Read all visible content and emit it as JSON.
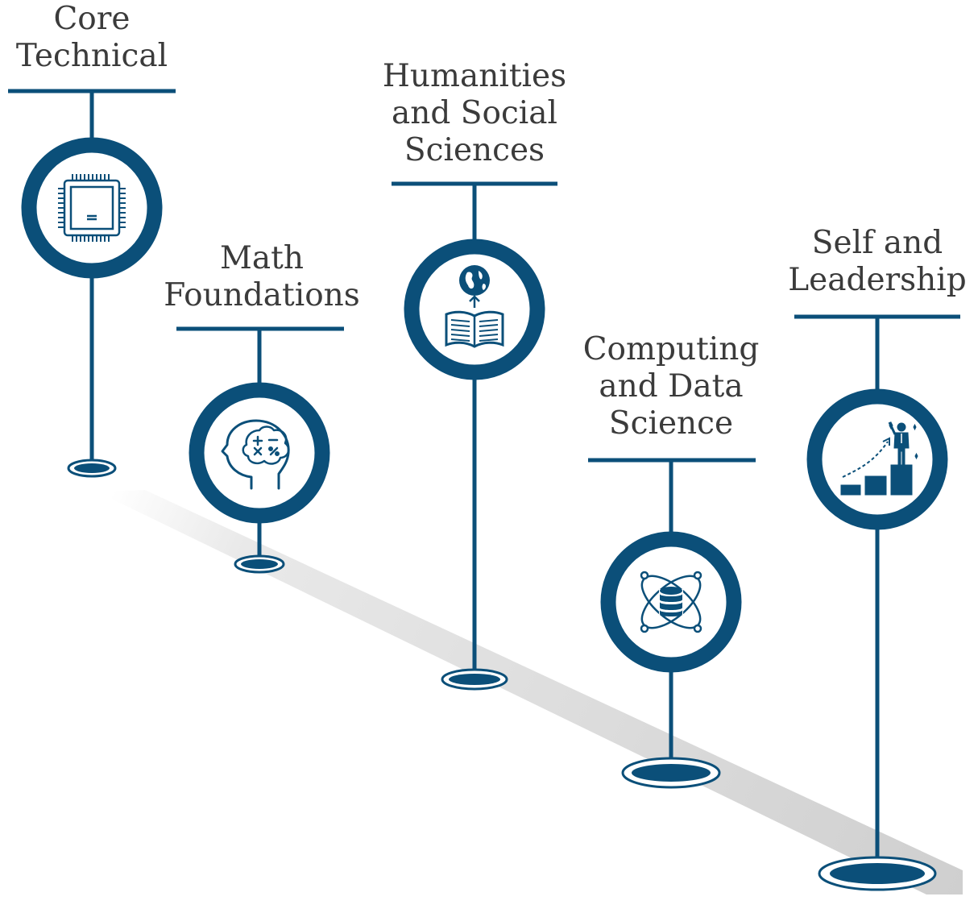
{
  "colors": {
    "navy": "#0b4f79",
    "text": "#3b3b3b",
    "shadow": "#d6d6d6",
    "background": "#ffffff"
  },
  "pillars": [
    {
      "id": "core-technical",
      "label_lines": [
        "Core",
        "Technical"
      ],
      "icon": "microchip-icon"
    },
    {
      "id": "math-foundations",
      "label_lines": [
        "Math",
        "Foundations"
      ],
      "icon": "brain-math-icon"
    },
    {
      "id": "humanities",
      "label_lines": [
        "Humanities",
        "and Social",
        "Sciences"
      ],
      "icon": "globe-book-icon"
    },
    {
      "id": "computing",
      "label_lines": [
        "Computing",
        "and Data",
        "Science"
      ],
      "icon": "database-atom-icon"
    },
    {
      "id": "self-leadership",
      "label_lines": [
        "Self and",
        "Leadership"
      ],
      "icon": "leader-growth-icon"
    }
  ]
}
